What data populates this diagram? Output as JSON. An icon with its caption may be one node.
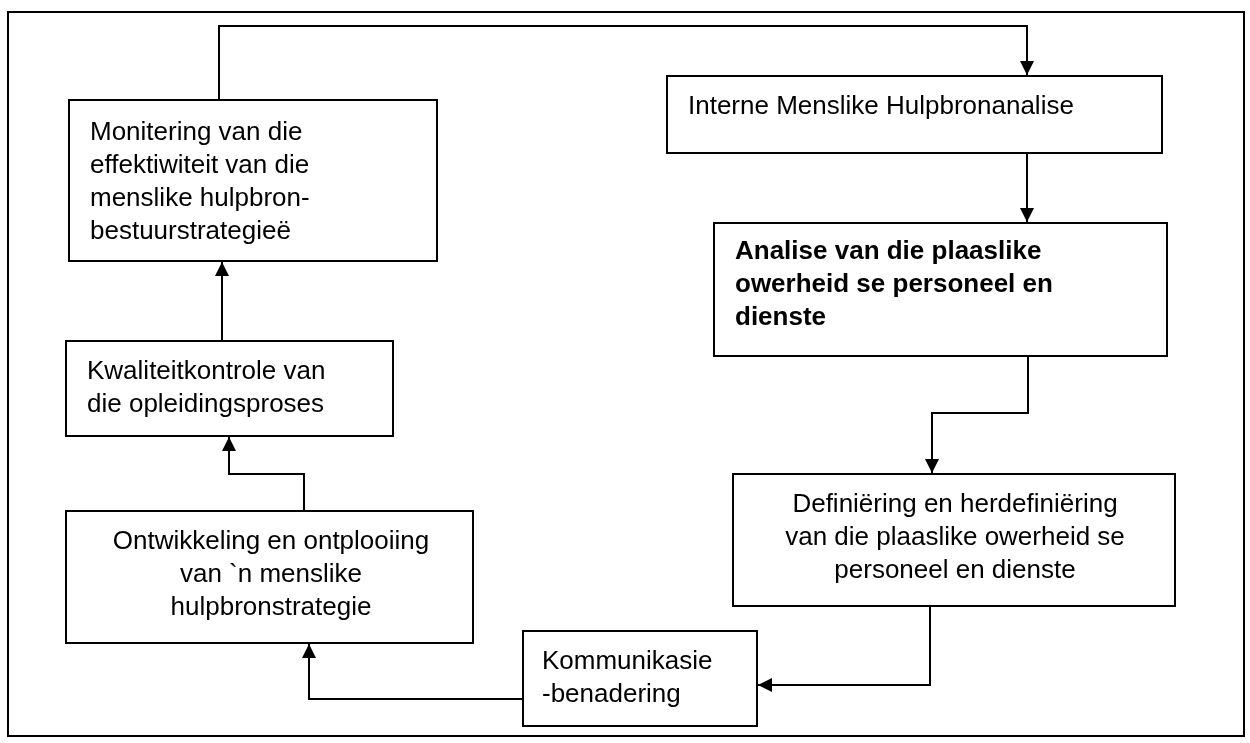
{
  "diagram": {
    "nodes": [
      {
        "text": [
          "Monitering van die effektiwiteit van die menslike hulpbron- bestuurstrategieë"
        ]
      },
      {
        "text": [
          "Kwaliteitkontrole van die opleidingsproses"
        ]
      },
      {
        "text": [
          "Ontwikkeling en ontplooiing van `n menslike hulpbronstrategie"
        ]
      },
      {
        "text": [
          "Interne Menslike Hulpbronanalise"
        ]
      },
      {
        "text": [
          "Analise van die plaaslike owerheid se personeel en dienste"
        ]
      },
      {
        "text": [
          "Definiëring en herdefiniëring van die plaaslike owerheid se personeel en dienste"
        ]
      },
      {
        "text": [
          "Kommunikasie -benadering"
        ]
      }
    ],
    "edges": [
      {
        "from": 0,
        "to": 3,
        "arrow": "to"
      },
      {
        "from": 1,
        "to": 0,
        "arrow": "to"
      },
      {
        "from": 2,
        "to": 1,
        "arrow": "to"
      },
      {
        "from": 3,
        "to": 4,
        "arrow": "to"
      },
      {
        "from": 4,
        "to": 5,
        "arrow": "to"
      },
      {
        "from": 5,
        "to": 6,
        "arrow": "to"
      },
      {
        "from": 6,
        "to": 2,
        "arrow": "to"
      }
    ]
  }
}
